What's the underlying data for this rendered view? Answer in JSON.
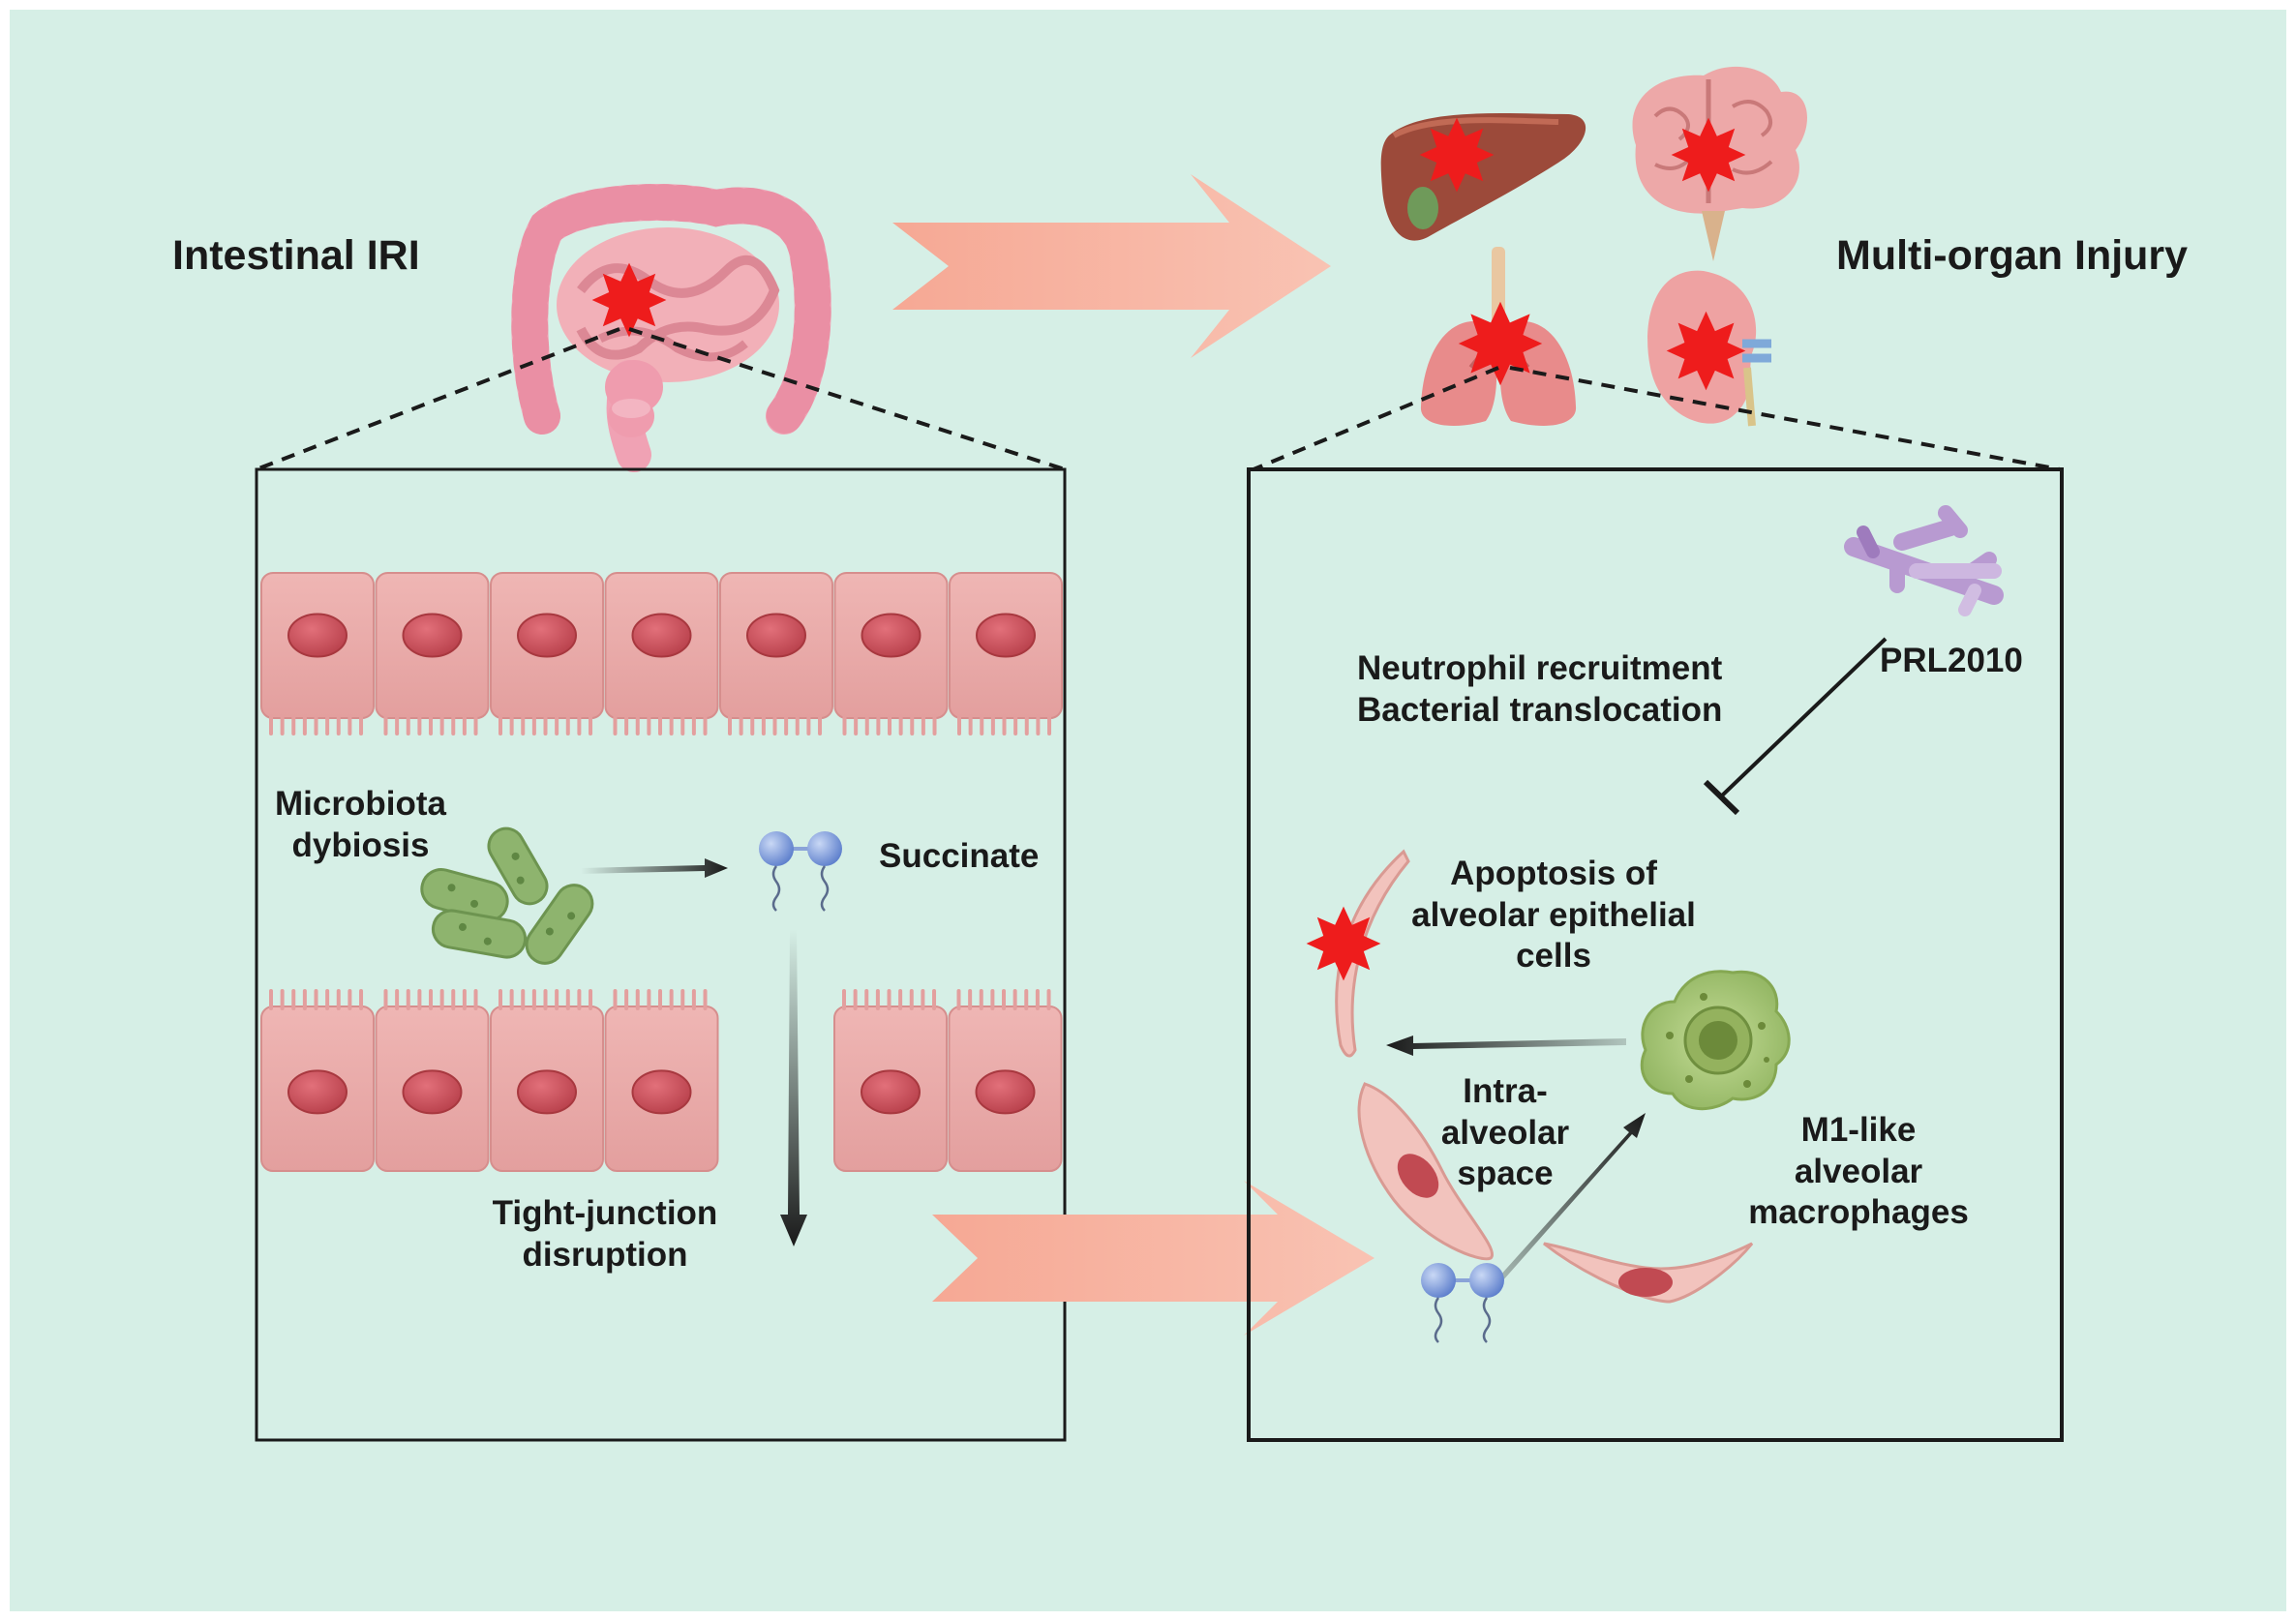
{
  "labels": {
    "intestinal_iri": "Intestinal IRI",
    "multi_organ_injury": "Multi-organ Injury",
    "microbiota_line1": "Microbiota",
    "microbiota_line2": "dybiosis",
    "succinate": "Succinate",
    "tight_junction_line1": "Tight-junction",
    "tight_junction_line2": "disruption",
    "neutrophil": "Neutrophil recruitment",
    "bacterial": "Bacterial translocation",
    "prl2010": "PRL2010",
    "apoptosis_line1": "Apoptosis of",
    "apoptosis_line2": "alveolar epithelial",
    "apoptosis_line3": "cells",
    "intra_line1": "Intra-",
    "intra_line2": "alveolar",
    "intra_line3": "space",
    "m1_line1": "M1-like",
    "m1_line2": "alveolar",
    "m1_line3": "macrophages"
  },
  "colors": {
    "background": "#d6efe6",
    "big_arrow": "#f7b9a6",
    "injury_star": "#ee1c1c",
    "epithelial_cell": "#e9a8a7",
    "nucleus": "#cc4d56",
    "bacteria": "#8eb46e",
    "macrophage": "#a9c77c",
    "prl_molecule": "#b89ad1",
    "succinate_bead": "#7f9edb"
  }
}
